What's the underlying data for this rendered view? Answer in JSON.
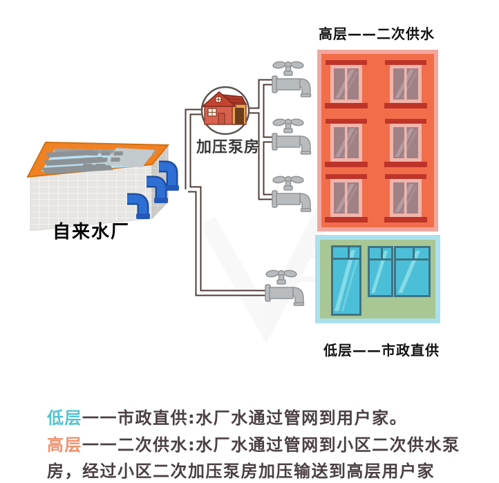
{
  "labels": {
    "high_rise": "高层——二次供水",
    "low_rise": "低层——市政直供",
    "water_plant": "自来水厂",
    "pump_house": "加压泵房"
  },
  "caption": {
    "line1": {
      "term": "低层",
      "rest": "一一市政直供:水厂水通过管网到用户家。"
    },
    "line2": {
      "term": "高层",
      "rest": "一一二次供水:水厂水通过管网到小区二次供水泵"
    },
    "line3": "房，经过小区二次加压泵房加压输送到高层用户家"
  },
  "icons": {
    "faucet": "faucet-icon",
    "pump_house": "pump-house-icon",
    "water_plant": "water-plant-icon",
    "high_rise_building": "high-rise-building",
    "low_rise_building": "low-rise-building"
  },
  "colors": {
    "high_rise_wall": "#f26e4b",
    "high_rise_border": "#f2a79e",
    "window_sill": "#be3429",
    "window_glass": "#9f8186",
    "low_rise_wall": "#a9c795",
    "low_rise_border": "#a9e1ed",
    "low_window_glass": "#4cbfd8",
    "low_window_frame": "#3e7383",
    "pipe_outline": "#4c3b34",
    "plant_pipe_blue": "#2e6fd6",
    "plant_rim_orange": "#f08223",
    "plant_water": "#b9e0f1",
    "caption_text": "#4a4043",
    "caption_low_term": "#52c3d3",
    "caption_high_term": "#f0926e"
  }
}
